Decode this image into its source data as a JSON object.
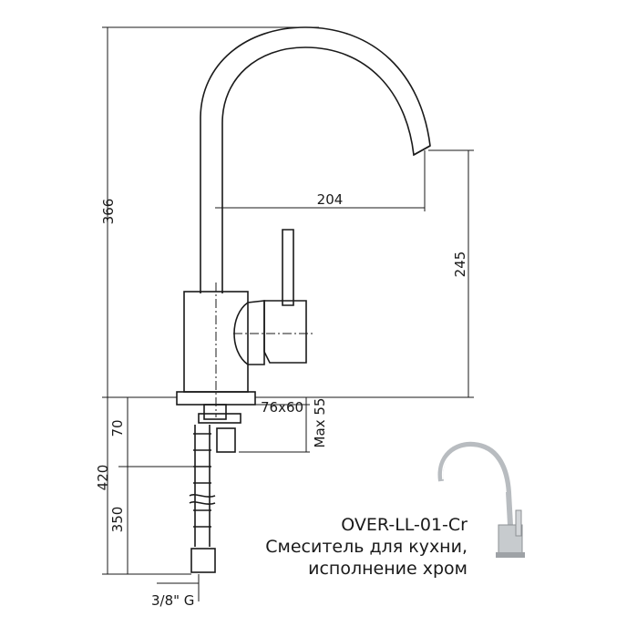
{
  "dimensions": {
    "total_height": "366",
    "spout_reach": "204",
    "spout_height": "245",
    "base_size": "76x60",
    "max_counter_thickness": "Max 55",
    "shank_length": "70",
    "hose_total": "420",
    "hose_length": "350",
    "connection_thread": "3/8\" G"
  },
  "caption": {
    "model": "OVER-LL-01-Cr",
    "description_line1": "Смеситель для кухни,",
    "description_line2": "исполнение хром"
  },
  "colors": {
    "line": "#1a1a1a",
    "background": "#ffffff",
    "chrome": "#b8bcc0"
  }
}
